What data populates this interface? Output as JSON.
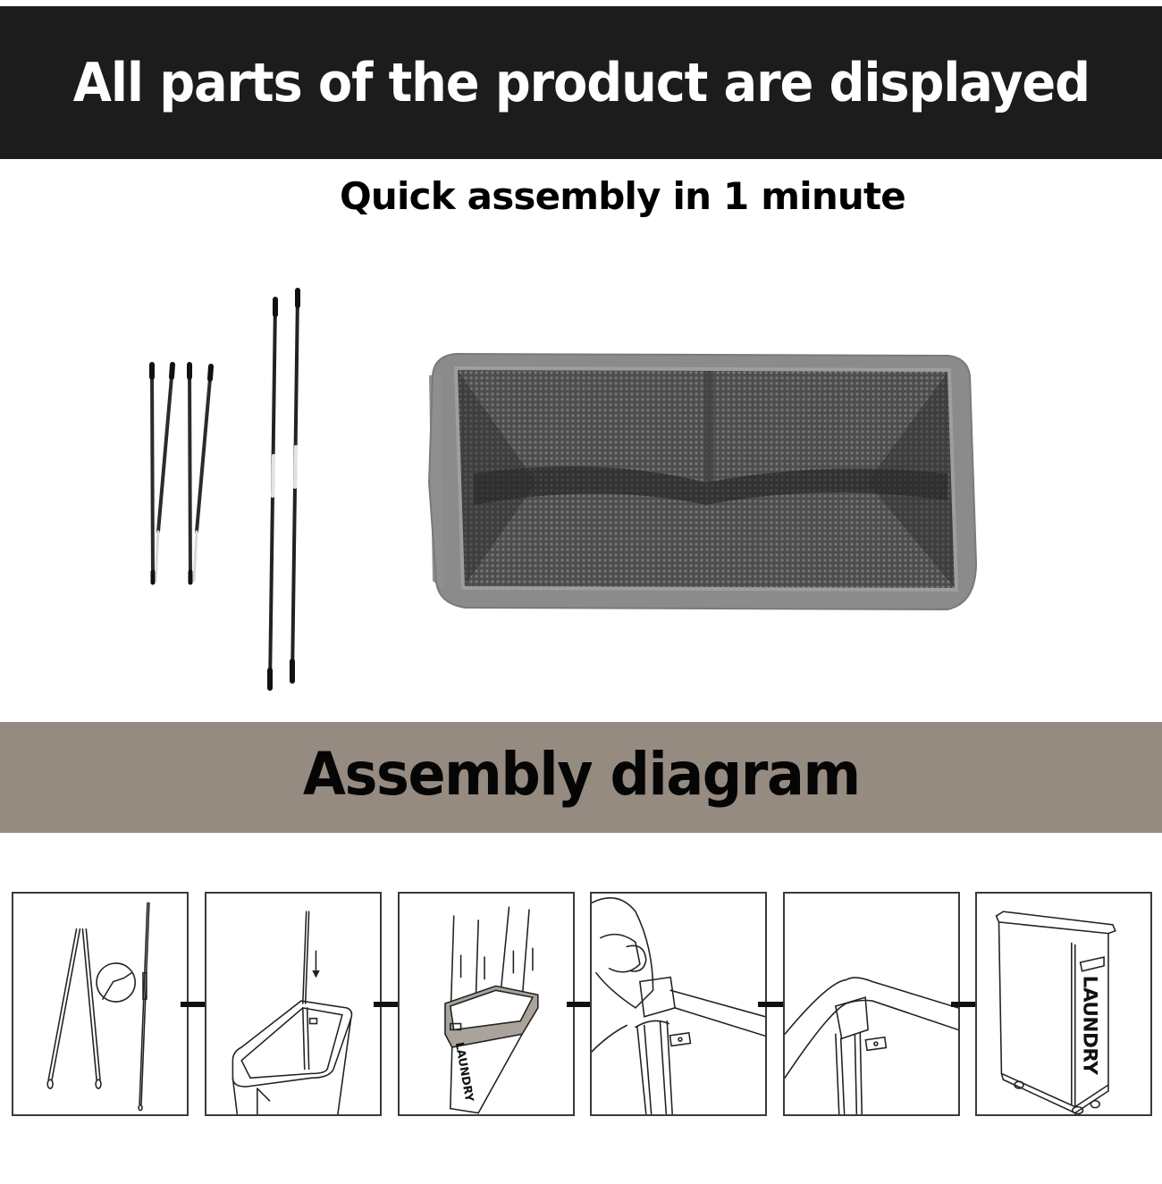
{
  "header": {
    "title": "All parts of the product are displayed",
    "background_color": "#1c1c1c",
    "text_color": "#ffffff"
  },
  "subtitle": "Quick assembly in 1 minute",
  "parts": {
    "short_rods": {
      "count": 4,
      "label_icon": "short-support-rod"
    },
    "long_rods": {
      "count": 2,
      "label_icon": "long-support-rod"
    },
    "basket": {
      "label_icon": "mesh-fabric-basket",
      "color": "#8a8a8a"
    }
  },
  "assembly": {
    "title": "Assembly diagram",
    "background_color": "#958b80",
    "steps": [
      {
        "index": 1,
        "icon": "connect-rods-icon"
      },
      {
        "index": 2,
        "icon": "insert-rod-into-corner-icon"
      },
      {
        "index": 3,
        "icon": "insert-all-rods-icon",
        "bag_text": "LAUNDRY"
      },
      {
        "index": 4,
        "icon": "push-rod-into-sleeve-icon"
      },
      {
        "index": 5,
        "icon": "secure-rod-cap-icon"
      },
      {
        "index": 6,
        "icon": "finished-laundry-hamper-icon",
        "bag_text": "LAUNDRY"
      }
    ],
    "arrow_icon": "arrow-right-icon"
  }
}
